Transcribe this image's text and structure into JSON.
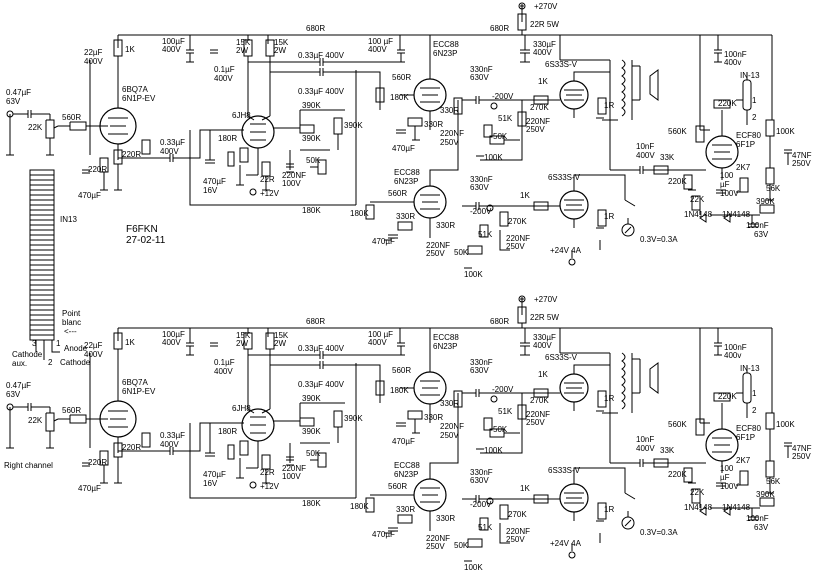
{
  "header": {
    "callsign": "F6FKN",
    "date": "27-02-11"
  },
  "display": {
    "tube_label": "IN13",
    "point_label": "Point",
    "blanc_label": "blanc",
    "arrow": "<---",
    "pin3": "3",
    "pin1": "1",
    "pin2": "2",
    "anode": "Anode",
    "cathode": "Cathode",
    "cathode_aux_1": "Cathode",
    "cathode_aux_2": "aux."
  },
  "right_channel_label": "Right channel",
  "channel": {
    "supply_top": "+270V",
    "res_22r_5w": "22R 5W",
    "cap_330uf": "330µF",
    "v400": "400V",
    "v400b": "400V",
    "v400c": "400V",
    "v400d": "400V",
    "v400e": "400V",
    "v400f": "400V",
    "v400g": "400v",
    "v400h": "400V",
    "v400i": "400V",
    "v400j": "400V",
    "v63": "63V",
    "v63b": "63V",
    "v250": "250V",
    "v250b": "250V",
    "v250c": "250V",
    "v250d": "250V",
    "v250e": "250V",
    "v250f": "250V",
    "v16": "16V",
    "v100": "100V",
    "v100b": "100V",
    "v630": "630V",
    "v630b": "630V",
    "cap_047": "0.47µF",
    "pot_22k": "22K",
    "r560": "560R",
    "r560b": "560R",
    "r560c": "560R",
    "cap_22uf": "22µF",
    "r1k": "1K",
    "r1kb": "1K",
    "r1kc": "1K",
    "tube_v1_1": "6BQ7A",
    "tube_v1_2": "6N1P-EV",
    "r220": "220R",
    "r220b": "220R",
    "cap_470uf": "470µF",
    "cap_100uf": "100µF",
    "cap_100uf_b": "100 µF",
    "cap_01uf": "0.1µF",
    "cap_033uf": "0.33µF",
    "cap_033uf_b": "0.33µF 400V",
    "cap_033uf_c": "0.33µF 400V",
    "r15k": "15K",
    "r15kb": "15K",
    "w2": "2W",
    "w2b": "2W",
    "r680": "680R",
    "r680b": "680R",
    "tube_v2": "6JH8",
    "r180": "180R",
    "cap_470uf_16": "470µF",
    "r22": "22R",
    "v12": "+12V",
    "r390k": "390K",
    "r390kb": "390K",
    "r390kc": "390K",
    "r180k": "180K",
    "r180kb": "180K",
    "r180kc": "180K",
    "r180kd": "180K",
    "pot_50k": "50K",
    "pot_50kb": "50K",
    "pot_50kc": "50K",
    "cap_220nf": "220NF",
    "cap_220nf_b": "220NF",
    "cap_220nf_c": "220NF",
    "cap_220nf_d": "220NF",
    "cap_220nf_e": "220NF",
    "tube_v3_1": "ECC88",
    "tube_v3_2": "6N23P",
    "tube_v3b_1": "ECC88",
    "tube_v3b_2": "6N23P",
    "r330": "330R",
    "r330b": "330R",
    "r330c": "330R",
    "r330d": "330R",
    "cap_470uf_b": "470µF",
    "cap_470uf_c": "470µF",
    "cap_330nf": "330nF",
    "cap_330nf_b": "330nF",
    "v200": "-200V",
    "v200b": "-200V",
    "r51k": "51K",
    "r51kb": "51K",
    "r100k": "100K",
    "r100kb": "100K",
    "r270k": "270K",
    "r270kb": "270K",
    "tube_pwr": "6S33S-V",
    "tube_pwr_b": "6S33S-V",
    "r1r": "1R",
    "r1rb": "1R",
    "supply_24": "+24V 4A",
    "meter": "0.3V=0.3A",
    "cap_10nf": "10nF",
    "r33k": "33K",
    "r220k": "220K",
    "r220k_b": "220K",
    "r560k": "560K",
    "tube_in13": "IN-13",
    "pin1": "1",
    "pin2": "2",
    "tube_ecf80_1": "ECF80",
    "tube_ecf80_2": "6F1P",
    "r100k_r": "100K",
    "cap_47nf": "47NF",
    "r56k": "56K",
    "r22k": "22K",
    "r2k7": "2K7",
    "cap_100uf_r": "100",
    "cap_100uf_r2": "µF",
    "diode": "1N4148",
    "diode_b": "1N4148",
    "r390k_r": "390K",
    "cap_100nf": "100nF",
    "cap_100nf_b": "100nF",
    "v400_r": "400v"
  }
}
